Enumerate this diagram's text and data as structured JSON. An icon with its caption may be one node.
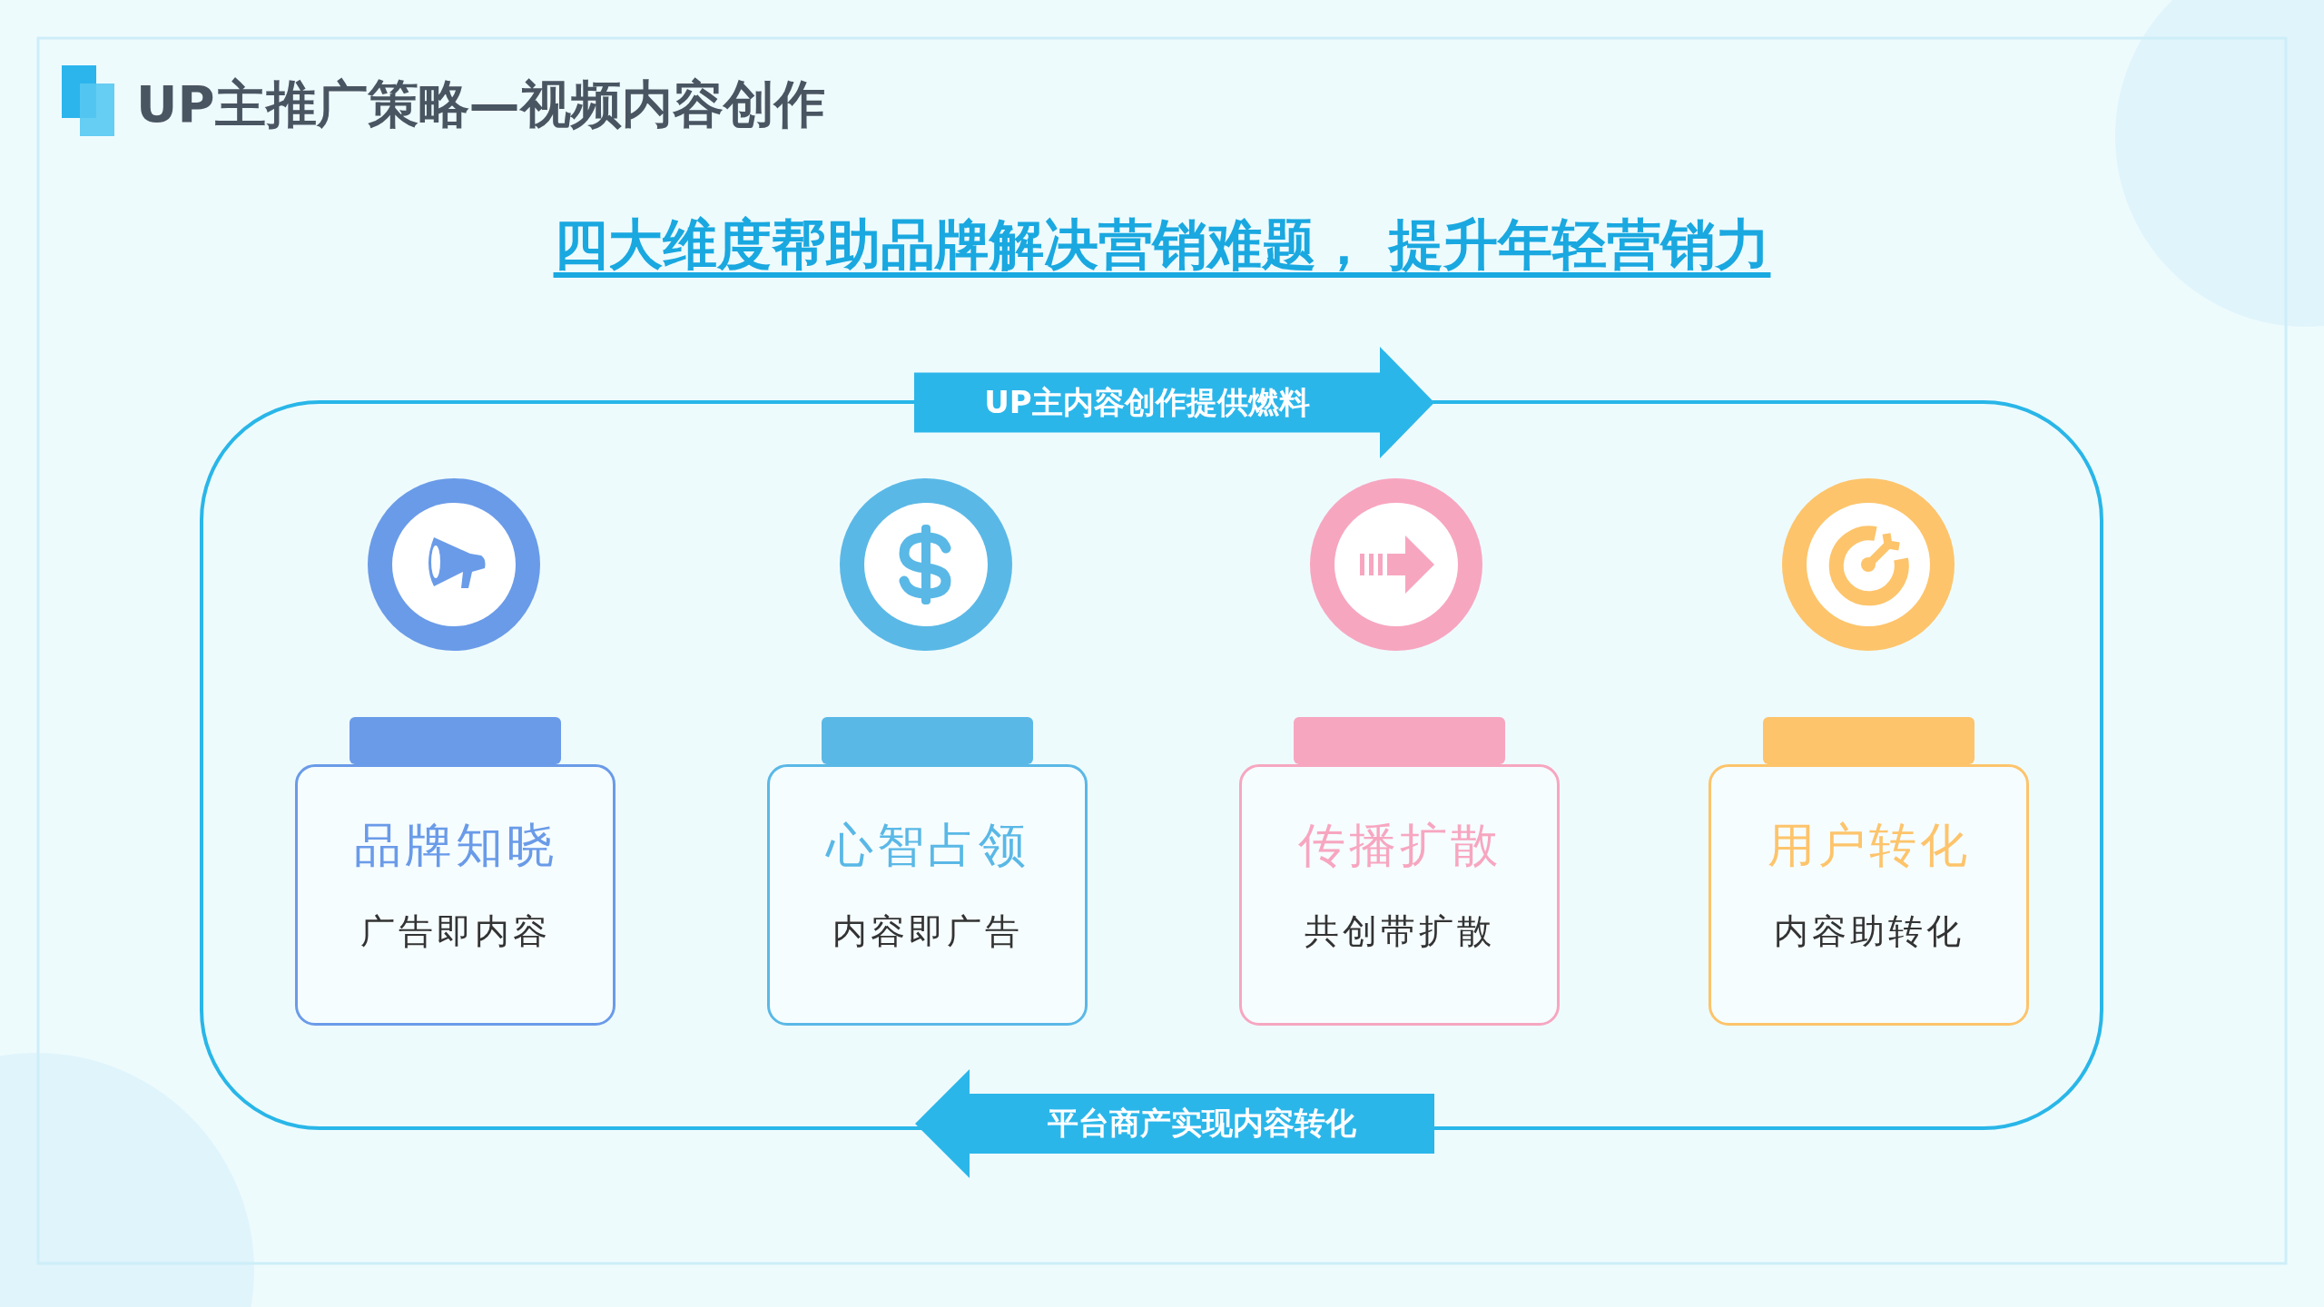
{
  "diagram": {
    "title": "UP主推广策略—视频内容创作",
    "nodes": [
      {
        "text": [
          "UP主内容创作提供燃料"
        ]
      },
      {
        "text": [],
        "shape": "bar"
      },
      {
        "text": [
          "品牌知晓",
          "广告即内容"
        ]
      },
      {
        "text": [],
        "shape": "bar"
      },
      {
        "text": [
          "心智占领",
          "内容即广告"
        ]
      },
      {
        "text": [],
        "shape": "bar"
      },
      {
        "text": [
          "传播扩散",
          "共创带扩散"
        ]
      },
      {
        "text": [],
        "shape": "bar"
      },
      {
        "text": [
          "用户转化",
          "内容助转化"
        ]
      },
      {
        "text": [
          "平台商产实现内容转化"
        ]
      }
    ],
    "edges": [],
    "labels": [
      "四大维度帮助品牌解决营销难题， 提升年轻营销力"
    ]
  }
}
